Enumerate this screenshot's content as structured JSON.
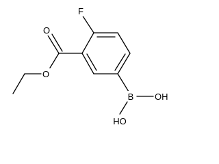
{
  "molecule": {
    "atoms": {
      "fluorine": "F",
      "carbonyl_oxygen": "O",
      "ester_oxygen": "O",
      "boron": "B",
      "hydroxyl_1": "OH",
      "hydroxyl_2": "HO"
    }
  },
  "colors": {
    "bond": "#000000",
    "background": "#ffffff"
  }
}
